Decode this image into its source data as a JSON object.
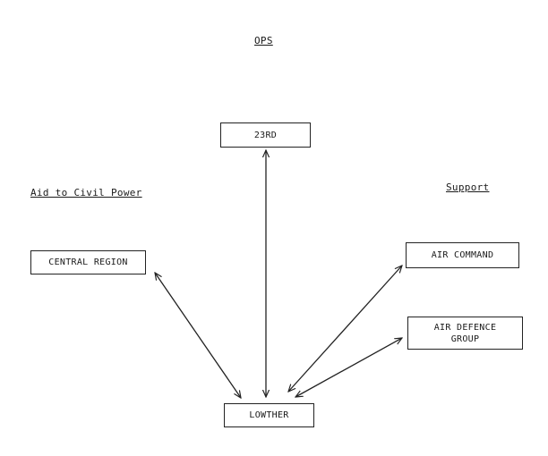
{
  "headings": {
    "top": "OPS",
    "left": "Aid to Civil Power",
    "right": "Support"
  },
  "nodes": {
    "n23rd": "23RD",
    "central_region": "CENTRAL REGION",
    "air_command": "AIR COMMAND",
    "air_defence_group": "AIR DEFENCE\nGROUP",
    "lowther": "LOWTHER"
  },
  "edges": [
    {
      "from": "23RD",
      "to": "LOWTHER",
      "type": "bidirectional"
    },
    {
      "from": "CENTRAL REGION",
      "to": "LOWTHER",
      "type": "bidirectional"
    },
    {
      "from": "AIR COMMAND",
      "to": "LOWTHER",
      "type": "bidirectional"
    },
    {
      "from": "AIR DEFENCE\nGROUP",
      "to": "LOWTHER",
      "type": "bidirectional"
    }
  ],
  "colors": {
    "line": "#222222",
    "background": "#ffffff"
  }
}
